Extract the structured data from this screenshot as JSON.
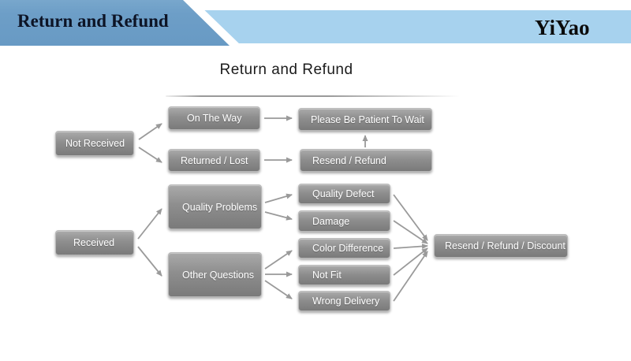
{
  "header": {
    "banner_title": "Return and Refund",
    "brand_name": "YiYao",
    "banner_blue": "#6d9ec7",
    "band_blue": "#a7d2ee"
  },
  "diagram": {
    "title": "Return and Refund",
    "node_color": "#8e8e8e",
    "arrow_color": "#9a9a9a",
    "nodes": [
      {
        "id": "not-received",
        "label": "Not Received"
      },
      {
        "id": "on-the-way",
        "label": "On The Way"
      },
      {
        "id": "returned-lost",
        "label": "Returned / Lost"
      },
      {
        "id": "please-wait",
        "label": "Please Be Patient To Wait"
      },
      {
        "id": "resend-refund",
        "label": "Resend / Refund"
      },
      {
        "id": "received",
        "label": "Received"
      },
      {
        "id": "quality-problems",
        "label": "Quality Problems"
      },
      {
        "id": "other-questions",
        "label": "Other Questions"
      },
      {
        "id": "quality-defect",
        "label": "Quality Defect"
      },
      {
        "id": "damage",
        "label": "Damage"
      },
      {
        "id": "color-difference",
        "label": "Color Difference"
      },
      {
        "id": "not-fit",
        "label": "Not Fit"
      },
      {
        "id": "wrong-delivery",
        "label": "Wrong Delivery"
      },
      {
        "id": "resend-refund-discount",
        "label": "Resend / Refund / Discount"
      }
    ],
    "edges": [
      {
        "from": "not-received",
        "to": "on-the-way"
      },
      {
        "from": "not-received",
        "to": "returned-lost"
      },
      {
        "from": "on-the-way",
        "to": "please-wait"
      },
      {
        "from": "returned-lost",
        "to": "resend-refund"
      },
      {
        "from": "resend-refund",
        "to": "please-wait"
      },
      {
        "from": "received",
        "to": "quality-problems"
      },
      {
        "from": "received",
        "to": "other-questions"
      },
      {
        "from": "quality-problems",
        "to": "quality-defect"
      },
      {
        "from": "quality-problems",
        "to": "damage"
      },
      {
        "from": "other-questions",
        "to": "color-difference"
      },
      {
        "from": "other-questions",
        "to": "not-fit"
      },
      {
        "from": "other-questions",
        "to": "wrong-delivery"
      },
      {
        "from": "quality-defect",
        "to": "resend-refund-discount"
      },
      {
        "from": "damage",
        "to": "resend-refund-discount"
      },
      {
        "from": "color-difference",
        "to": "resend-refund-discount"
      },
      {
        "from": "not-fit",
        "to": "resend-refund-discount"
      },
      {
        "from": "wrong-delivery",
        "to": "resend-refund-discount"
      }
    ]
  }
}
